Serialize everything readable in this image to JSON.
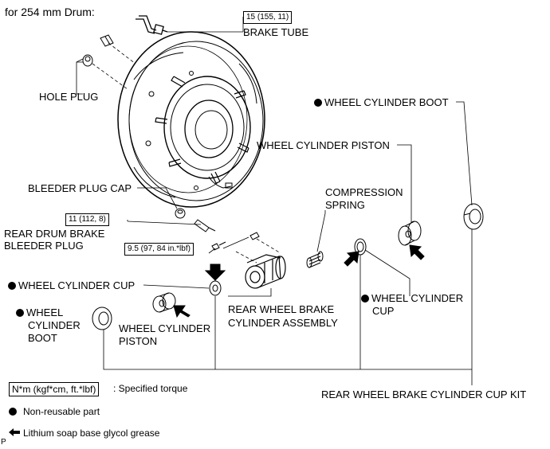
{
  "title": "for 254 mm Drum:",
  "torques": {
    "brake_tube": "15 (155, 11)",
    "bleeder_plug": "11 (112, 8)",
    "bolt": "9.5 (97, 84 in.*lbf)"
  },
  "labels": {
    "brake_tube": "BRAKE TUBE",
    "hole_plug": "HOLE PLUG",
    "bleeder_plug_cap": "BLEEDER PLUG CAP",
    "rear_drum_brake_bleeder_plug_1": "REAR DRUM BRAKE",
    "rear_drum_brake_bleeder_plug_2": "BLEEDER PLUG",
    "wheel_cylinder_cup_left": "WHEEL CYLINDER CUP",
    "wheel_cylinder_boot_left_1": "WHEEL",
    "wheel_cylinder_boot_left_2": "CYLINDER",
    "wheel_cylinder_boot_left_3": "BOOT",
    "wheel_cylinder_piston_left_1": "WHEEL CYLINDER",
    "wheel_cylinder_piston_left_2": "PISTON",
    "rear_wheel_brake_cylinder_assembly_1": "REAR WHEEL BRAKE",
    "rear_wheel_brake_cylinder_assembly_2": "CYLINDER ASSEMBLY",
    "compression_spring_1": "COMPRESSION",
    "compression_spring_2": "SPRING",
    "wheel_cylinder_cup_right_1": "WHEEL CYLINDER",
    "wheel_cylinder_cup_right_2": "CUP",
    "wheel_cylinder_piston_right": "WHEEL CYLINDER PISTON",
    "wheel_cylinder_boot_right": "WHEEL CYLINDER BOOT",
    "cup_kit": "REAR WHEEL BRAKE CYLINDER CUP KIT"
  },
  "legend": {
    "torque_unit": "N*m (kgf*cm, ft.*lbf)",
    "torque_desc": ": Specified torque",
    "non_reusable": "Non-reusable part",
    "grease": "Lithium soap base glycol grease"
  },
  "footer_code": "P",
  "icons": {
    "non_reusable": "filled-circle-icon",
    "grease": "arrow-left-icon"
  }
}
